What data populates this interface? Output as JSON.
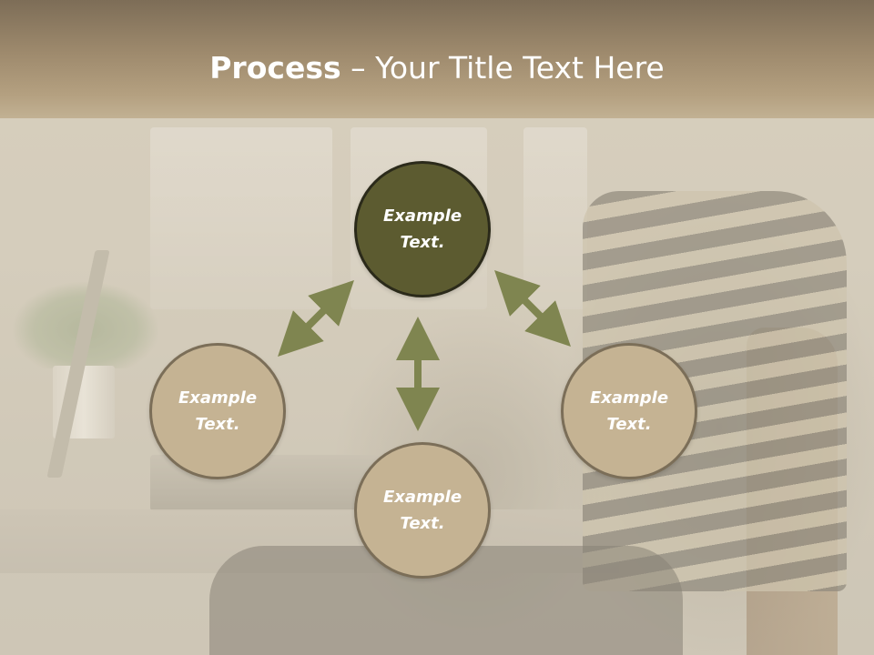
{
  "title": {
    "bold": "Process",
    "rest": " – Your Title Text Here"
  },
  "nodes": {
    "top": "Example\nText.",
    "left": "Example\nText.",
    "right": "Example\nText.",
    "bottom": "Example\nText."
  },
  "colors": {
    "title_bar": "#9e8a6d",
    "node_primary": "#5c5b30",
    "node_secondary": "#c5b393",
    "arrow": "#7f8550"
  }
}
